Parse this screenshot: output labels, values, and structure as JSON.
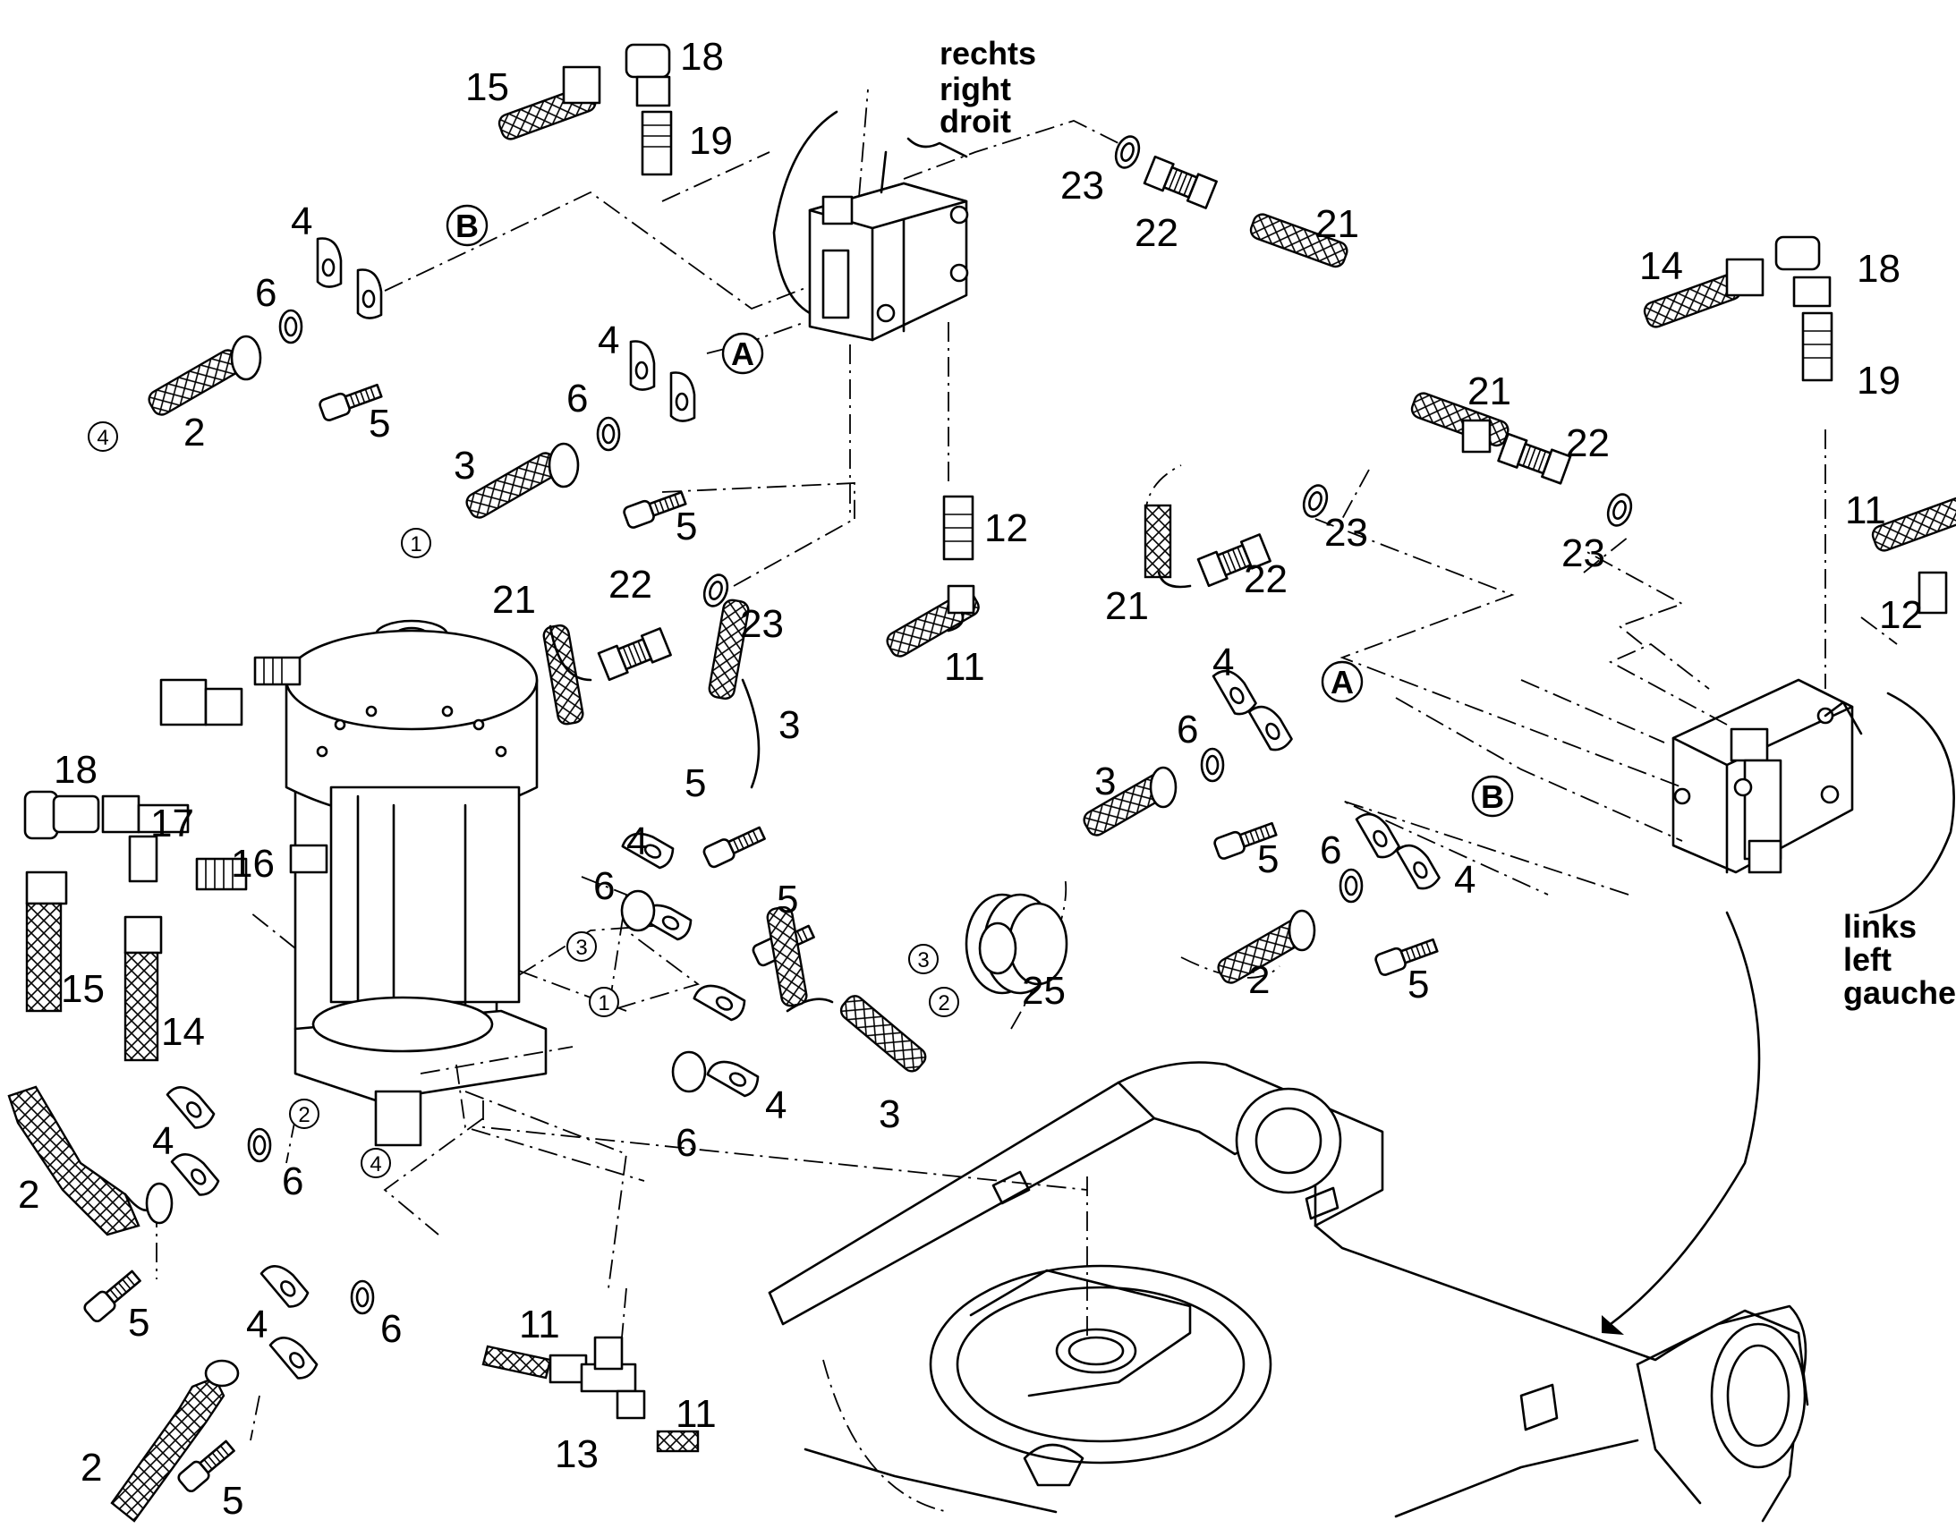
{
  "colors": {
    "ink": "#000000",
    "paper": "#ffffff"
  },
  "sides": {
    "right": [
      "rechts",
      "right",
      "droit"
    ],
    "left": [
      "links",
      "left",
      "gauche"
    ]
  },
  "callouts": {
    "A": "A",
    "B": "B",
    "c1": "1",
    "c2": "2",
    "c3": "3",
    "c4": "4"
  },
  "part_numbers": {
    "n2": "2",
    "n3": "3",
    "n4": "4",
    "n5": "5",
    "n6": "6",
    "n11": "11",
    "n12": "12",
    "n13": "13",
    "n14": "14",
    "n15": "15",
    "n16": "16",
    "n17": "17",
    "n18": "18",
    "n19": "19",
    "n21": "21",
    "n22": "22",
    "n23": "23",
    "n25": "25"
  },
  "icons": [
    "hydraulic-motor-right-icon",
    "hydraulic-motor-left-icon",
    "rotary-joint-icon",
    "axle-frame-icon",
    "hose-icon",
    "flange-clamp-icon",
    "o-ring-icon",
    "bolt-icon"
  ]
}
